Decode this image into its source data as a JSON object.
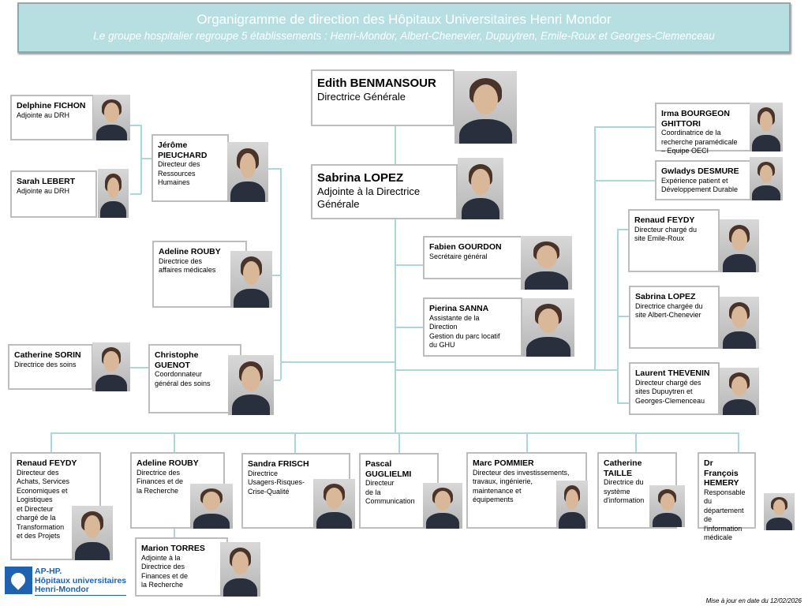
{
  "header": {
    "title": "Organigramme de direction des Hôpitaux Universitaires Henri Mondor",
    "subtitle": "Le groupe hospitalier regroupe 5 établissements : Henri-Mondor, Albert-Chenevier, Dupuytren, Emile-Roux et Georges-Clemenceau"
  },
  "cards": [
    {
      "name": "Edith BENMANSOUR",
      "role": "Directrice Générale"
    },
    {
      "name": "Sabrina LOPEZ",
      "role": "Adjointe à la Directrice Générale"
    },
    {
      "name": "Delphine FICHON",
      "role": "Adjointe au DRH"
    },
    {
      "name": "Sarah LEBERT",
      "role": "Adjointe au DRH"
    },
    {
      "name": "Jérôme PIEUCHARD",
      "role": "Directeur des\nRessources\nHumaines"
    },
    {
      "name": "Adeline ROUBY",
      "role": "Directrice des\naffaires médicales"
    },
    {
      "name": "Catherine SORIN",
      "role": "Directrice des soins"
    },
    {
      "name": "Christophe GUENOT",
      "role": "Coordonnateur\ngénéral des soins"
    },
    {
      "name": "Fabien GOURDON",
      "role": "Secrétaire général"
    },
    {
      "name": "Pierina SANNA",
      "role": "Assistante de la\nDirection\nGestion du parc locatif\ndu GHU"
    },
    {
      "name": "Irma BOURGEON GHITTORI",
      "role": "Coordinatrice de la\nrecherche paramédicale\n– Equipe OECI"
    },
    {
      "name": "Gwladys DESMURE",
      "role": "Expérience patient et\nDéveloppement Durable"
    },
    {
      "name": "Renaud FEYDY",
      "role": "Directeur chargé du\nsite Emile-Roux"
    },
    {
      "name": "Sabrina LOPEZ",
      "role": "Directrice chargée du\nsite Albert-Chenevier"
    },
    {
      "name": "Laurent THEVENIN",
      "role": "Directeur chargé des\nsites Dupuytren et\nGeorges-Clemenceau"
    },
    {
      "name": "Renaud FEYDY",
      "role": "Directeur des\nAchats, Services\nEconomiques et\nLogistiques\net Directeur\nchargé de la\nTransformation\net des Projets"
    },
    {
      "name": "Adeline ROUBY",
      "role": "Directrice des\nFinances et de\nla Recherche"
    },
    {
      "name": "Marion TORRES",
      "role": "Adjointe à la\nDirectrice des\nFinances et de\nla Recherche"
    },
    {
      "name": "Sandra FRISCH",
      "role": "Directrice\nUsagers-Risques-\nCrise-Qualité"
    },
    {
      "name": "Pascal GUGLIELMI",
      "role": "Directeur\nde la\nCommunication"
    },
    {
      "name": "Marc POMMIER",
      "role": "Directeur des investissements,\ntravaux, ingénierie,\nmaintenance et\néquipements"
    },
    {
      "name": "Catherine TAILLE",
      "role": "Directrice du\nsystème\nd'information"
    },
    {
      "name": "Dr François HEMERY",
      "role": "Responsable du\ndépartement de\nl'information\nmédicale"
    }
  ],
  "logo": {
    "line1": "AP-HP.",
    "line2": "Hôpitaux universitaires",
    "line3": "Henri-Mondor"
  },
  "footer": {
    "update": "Mise à jour en date du 12/02/2026"
  },
  "colors": {
    "banner": "#b7dfe2",
    "connector": "#a9d7da",
    "brand": "#1f63b0"
  }
}
